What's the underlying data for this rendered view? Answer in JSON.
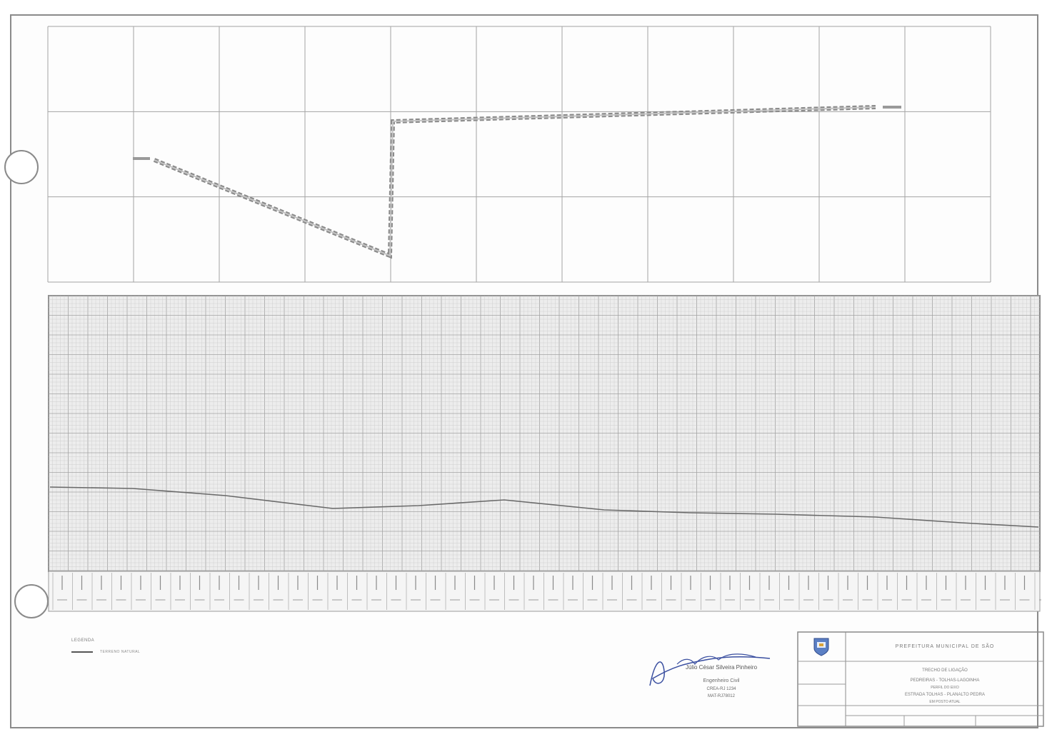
{
  "legend": {
    "title": "LEGENDA",
    "items": [
      {
        "label": "TERRENO NATURAL",
        "color": "#555555"
      }
    ]
  },
  "signature": {
    "name": "Júlio César Silveira Pinheiro",
    "role": "Engenheiro Civil",
    "crea": "CREA-RJ 1234",
    "reg": "MAT-RJ78012"
  },
  "title_block": {
    "org": "PREFEITURA MUNICIPAL DE SÃO",
    "line1": "TRECHO DE LIGAÇÃO",
    "line2": "PEDREIRAS - TOLHAS-LAGOINHA",
    "line3": "PERFIL DO EIXO",
    "line4": "ESTRADA TOLHAS - PLANALTO PEDRA",
    "line5": "EM POSTO ATUAL"
  },
  "colors": {
    "grid_major": "#a3a3a3",
    "grid_minor": "#c9c9c9",
    "profile_bg": "#ededed",
    "profile_line": "#6a6a6a",
    "alignment": "#8a8a8a",
    "signature_ink": "#3a4fa0"
  }
}
